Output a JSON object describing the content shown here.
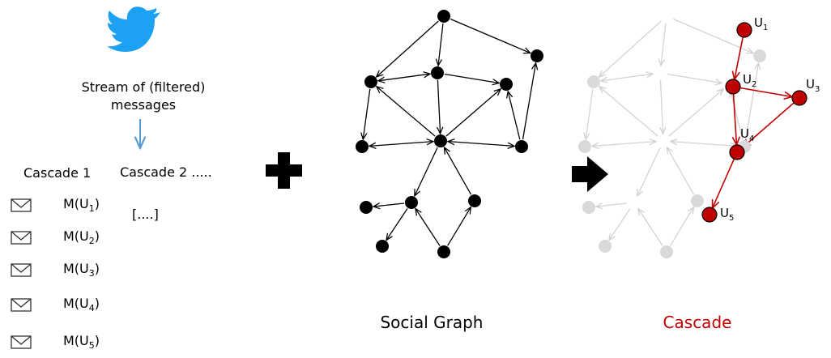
{
  "left_panel": {
    "stream_line1": "Stream of (filtered)",
    "stream_line2": "messages",
    "cascade1_title": "Cascade 1",
    "cascade2_title": "Cascade 2  .....",
    "cascade2_placeholder": "[....]",
    "messages": [
      {
        "prefix": "M(U",
        "sub": "1",
        "suffix": ")"
      },
      {
        "prefix": "M(U",
        "sub": "2",
        "suffix": ")"
      },
      {
        "prefix": "M(U",
        "sub": "3",
        "suffix": ")"
      },
      {
        "prefix": "M(U",
        "sub": "4",
        "suffix": ")"
      },
      {
        "prefix": "M(U",
        "sub": "5",
        "suffix": ")"
      }
    ]
  },
  "social_graph": {
    "caption": "Social Graph"
  },
  "cascade": {
    "caption": "Cascade",
    "users": [
      {
        "id": "U1",
        "base": "U",
        "sub": "1"
      },
      {
        "id": "U2",
        "base": "U",
        "sub": "2"
      },
      {
        "id": "U3",
        "base": "U",
        "sub": "3"
      },
      {
        "id": "U4",
        "base": "U",
        "sub": "4"
      },
      {
        "id": "U5",
        "base": "U",
        "sub": "5"
      }
    ]
  },
  "colors": {
    "twitter_blue": "#1da1f2",
    "arrow_blue": "#5b9bd5",
    "node_black": "#000000",
    "cascade_red": "#c00000",
    "faded_gray": "#d9d9d9"
  },
  "icons": [
    "twitter-bird-icon",
    "envelope-icon",
    "plus-icon",
    "right-arrow-icon"
  ]
}
